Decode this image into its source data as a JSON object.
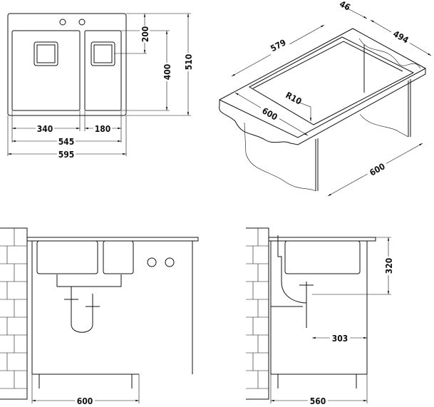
{
  "top_view": {
    "dims": {
      "d340": "340",
      "d180": "180",
      "d545": "545",
      "d595": "595",
      "d200": "200",
      "d400": "400",
      "d510": "510"
    }
  },
  "iso_view": {
    "dims": {
      "d46": "46",
      "d494": "494",
      "d579": "579",
      "r10": "R10",
      "d600a": "600",
      "d600b": "600"
    }
  },
  "front_view": {
    "dims": {
      "d600": "600"
    }
  },
  "side_view": {
    "dims": {
      "d320": "320",
      "d303": "303",
      "d560": "560"
    }
  }
}
